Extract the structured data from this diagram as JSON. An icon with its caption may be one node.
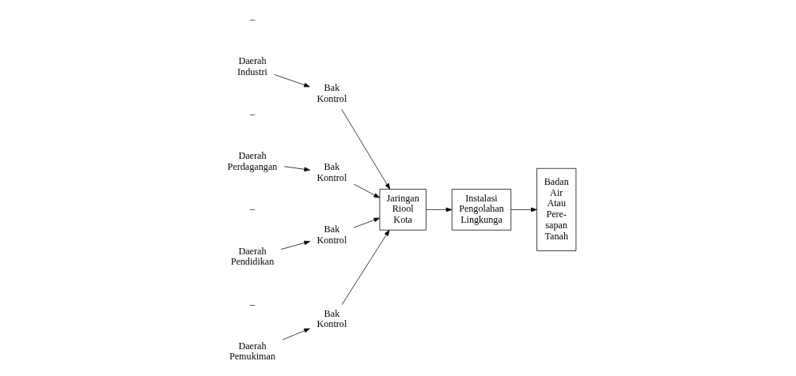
{
  "diagram": {
    "nodes": [
      {
        "text": [
          "Daerah Pemukiman"
        ]
      },
      {
        "text": [
          "Daerah Industri"
        ]
      },
      {
        "text": [
          "Daerah Perdagangan"
        ]
      },
      {
        "text": [
          "Daerah Pendidikan"
        ]
      },
      {
        "text": [
          "Bak Kontrol"
        ]
      },
      {
        "text": [
          "Bak Kontrol"
        ]
      },
      {
        "text": [
          "Bak Kontrol"
        ]
      },
      {
        "text": [
          "Bak Kontrol"
        ]
      },
      {
        "text": [
          "Jaringan Riool Kota"
        ]
      },
      {
        "text": [
          "Instalasi Pengolahan Lingkunga"
        ]
      },
      {
        "text": [
          "Badan Air Atau Pere- sapan Tanah"
        ]
      }
    ],
    "edges": [
      {
        "from": 0,
        "to": 4,
        "arrow": "to"
      },
      {
        "from": 1,
        "to": 5,
        "arrow": "to"
      },
      {
        "from": 2,
        "to": 6,
        "arrow": "to"
      },
      {
        "from": 3,
        "to": 7,
        "arrow": "to"
      },
      {
        "from": 4,
        "to": 8,
        "arrow": "to"
      },
      {
        "from": 5,
        "to": 8,
        "arrow": "to"
      },
      {
        "from": 6,
        "to": 8,
        "arrow": "to"
      },
      {
        "from": 7,
        "to": 8,
        "arrow": "to"
      },
      {
        "from": 8,
        "to": 9,
        "arrow": "to"
      },
      {
        "from": 9,
        "to": 10,
        "arrow": "to"
      }
    ],
    "labels": [
      "–",
      "–",
      "–",
      "–"
    ]
  }
}
